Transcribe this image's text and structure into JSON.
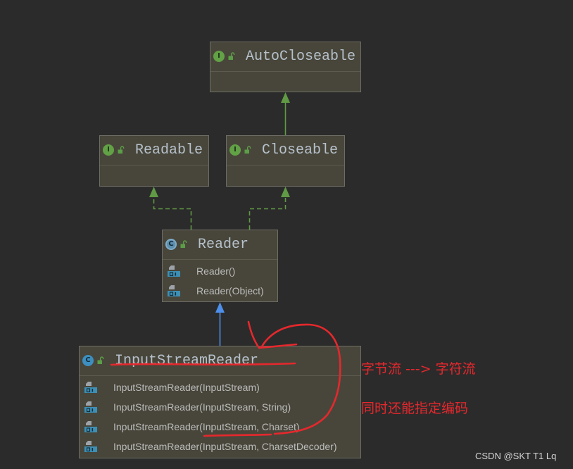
{
  "colors": {
    "background": "#2b2b2b",
    "node_fill": "#48463a",
    "node_border": "#6e6d65",
    "node_divider": "#5d5b50",
    "node_name": "#b6c1cc",
    "member_text": "#bbbbbb",
    "interface_badge": "#62a146",
    "class_badge": "#3d8fbf",
    "abstract_class_badge": "#5d8fae",
    "public_access": "#5c9e48",
    "interface_edge": "#619a45",
    "class_edge": "#4d8fea",
    "annotation": "#e5282d",
    "watermark": "#d4d4d4"
  },
  "diagram": {
    "nodes": [
      {
        "name": "AutoCloseable",
        "badge": "I",
        "badge_icon": "interface-icon",
        "access_icon": "unlocked-padlock-icon",
        "members": []
      },
      {
        "name": "Readable",
        "badge": "I",
        "badge_icon": "interface-icon",
        "access_icon": "unlocked-padlock-icon",
        "members": []
      },
      {
        "name": "Closeable",
        "badge": "I",
        "badge_icon": "interface-icon",
        "access_icon": "unlocked-padlock-icon",
        "members": []
      },
      {
        "name": "Reader",
        "badge": "C",
        "badge_icon": "abstract-class-icon",
        "access_icon": "unlocked-padlock-icon",
        "member_icon": "constructor-icon",
        "members": [
          "Reader()",
          "Reader(Object)"
        ]
      },
      {
        "name": "InputStreamReader",
        "badge": "C",
        "badge_icon": "class-icon",
        "access_icon": "unlocked-padlock-icon",
        "member_icon": "constructor-icon",
        "members": [
          "InputStreamReader(InputStream)",
          "InputStreamReader(InputStream, String)",
          "InputStreamReader(InputStream, Charset)",
          "InputStreamReader(InputStream, CharsetDecoder)"
        ]
      }
    ],
    "edges": [
      {
        "from": 2,
        "to": 0,
        "dashed": false
      },
      {
        "from": 3,
        "to": 1,
        "dashed": true
      },
      {
        "from": 3,
        "to": 2,
        "dashed": true
      },
      {
        "from": 4,
        "to": 3,
        "dashed": false
      }
    ]
  },
  "annotations": {
    "lines": [
      "字节流 ---> 字符流",
      "同时还能指定编码"
    ]
  },
  "watermark": "CSDN @SKT T1 Lq"
}
